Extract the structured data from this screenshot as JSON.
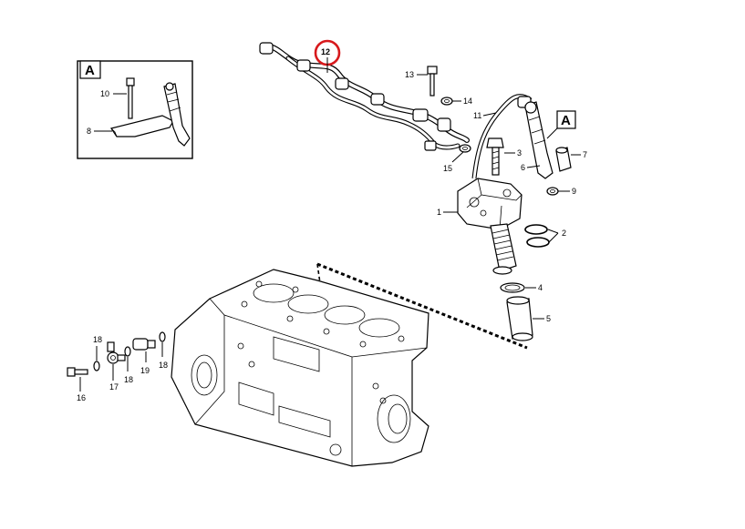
{
  "labels": {
    "inset_letter": "A",
    "pump_letter": "A",
    "p1": "1",
    "p2": "2",
    "p3": "3",
    "p4": "4",
    "p5": "5",
    "p6": "6",
    "p7": "7",
    "p8": "8",
    "p9": "9",
    "p10": "10",
    "p11": "11",
    "p12": "12",
    "p13": "13",
    "p14": "14",
    "p15": "15",
    "p16": "16",
    "p17": "17",
    "p18a": "18",
    "p18b": "18",
    "p18c": "18",
    "p19": "19"
  },
  "colors": {
    "highlight": "#d7191c",
    "ink": "#000000",
    "background": "#ffffff"
  }
}
